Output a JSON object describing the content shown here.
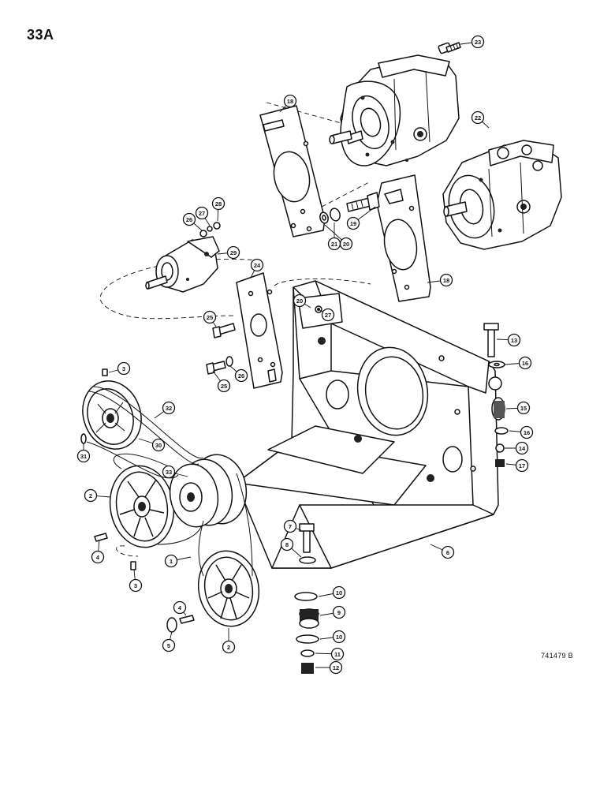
{
  "page_number": "33A",
  "reference_code": "741479 B",
  "callouts": [
    {
      "id": "c23",
      "label": "23"
    },
    {
      "id": "c18a",
      "label": "18"
    },
    {
      "id": "c22",
      "label": "22"
    },
    {
      "id": "c19",
      "label": "19"
    },
    {
      "id": "c21",
      "label": "21"
    },
    {
      "id": "c20a",
      "label": "20"
    },
    {
      "id": "c18b",
      "label": "18"
    },
    {
      "id": "c26a",
      "label": "26"
    },
    {
      "id": "c27a",
      "label": "27"
    },
    {
      "id": "c28",
      "label": "28"
    },
    {
      "id": "c29",
      "label": "29"
    },
    {
      "id": "c24",
      "label": "24"
    },
    {
      "id": "c20b",
      "label": "20"
    },
    {
      "id": "c27b",
      "label": "27"
    },
    {
      "id": "c25a",
      "label": "25"
    },
    {
      "id": "c25b",
      "label": "25"
    },
    {
      "id": "c26b",
      "label": "26"
    },
    {
      "id": "c3a",
      "label": "3"
    },
    {
      "id": "c32",
      "label": "32"
    },
    {
      "id": "c31",
      "label": "31"
    },
    {
      "id": "c30",
      "label": "30"
    },
    {
      "id": "c33",
      "label": "33"
    },
    {
      "id": "c2a",
      "label": "2"
    },
    {
      "id": "c4a",
      "label": "4"
    },
    {
      "id": "c1",
      "label": "1"
    },
    {
      "id": "c3b",
      "label": "3"
    },
    {
      "id": "c4b",
      "label": "4"
    },
    {
      "id": "c5",
      "label": "5"
    },
    {
      "id": "c2b",
      "label": "2"
    },
    {
      "id": "c13",
      "label": "13"
    },
    {
      "id": "c16a",
      "label": "16"
    },
    {
      "id": "c15",
      "label": "15"
    },
    {
      "id": "c16b",
      "label": "16"
    },
    {
      "id": "c14",
      "label": "14"
    },
    {
      "id": "c17",
      "label": "17"
    },
    {
      "id": "c7",
      "label": "7"
    },
    {
      "id": "c8",
      "label": "8"
    },
    {
      "id": "c6",
      "label": "6"
    },
    {
      "id": "c10a",
      "label": "10"
    },
    {
      "id": "c9",
      "label": "9"
    },
    {
      "id": "c10b",
      "label": "10"
    },
    {
      "id": "c11",
      "label": "11"
    },
    {
      "id": "c12",
      "label": "12"
    }
  ]
}
